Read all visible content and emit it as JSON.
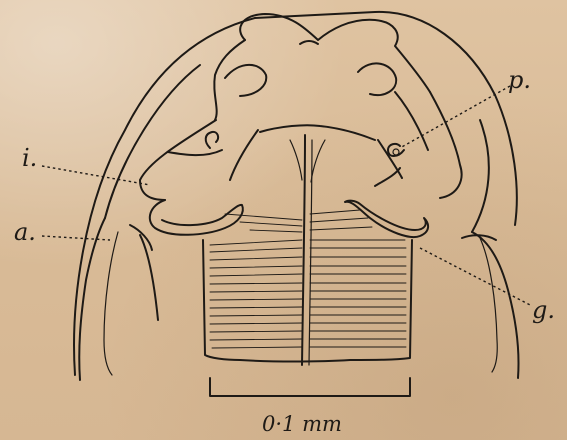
{
  "labels": {
    "i": "i.",
    "a": "a.",
    "p": "p.",
    "g": "g.",
    "scale": "0·1 mm"
  },
  "colors": {
    "paper": "#dcbf9c",
    "ink": "#1e1a16"
  }
}
